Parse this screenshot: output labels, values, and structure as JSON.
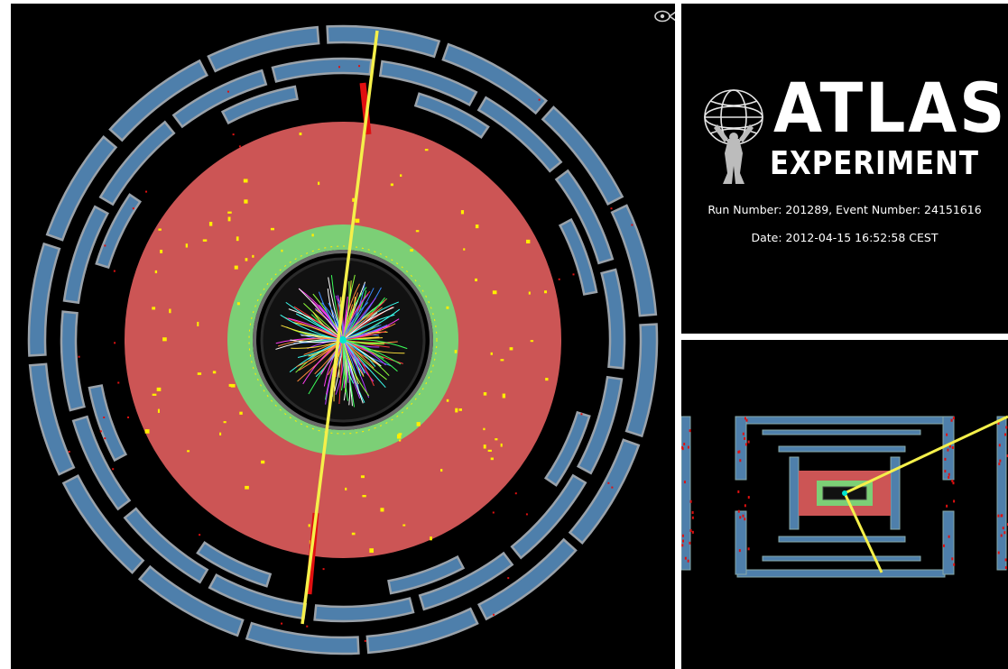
{
  "display": {
    "views": [
      "transverse-xy-view",
      "longitudinal-rz-view"
    ],
    "icons": {
      "view_control": "eye-fish-icon",
      "logo": "atlas-figure-globe-logo"
    },
    "colors": {
      "background": "#000000",
      "frame": "#ffffff",
      "muon_chambers": "#4e7fab",
      "muon_chamber_edges": "#9aa2aa",
      "hadronic_calorimeter": "#cc5555",
      "em_calorimeter": "#7ccf76",
      "inner_tracks": "multicolor",
      "muon_track": "#f5f04a",
      "muon_hits": "#e01010",
      "energy_deposits": "#ffee00",
      "vertex": "#00e5d0"
    }
  },
  "logo": {
    "title": "ATLAS",
    "subtitle": "EXPERIMENT"
  },
  "event": {
    "run_line": "Run Number: 201289, Event Number: 24151616",
    "date_line": "Date: 2012-04-15 16:52:58 CEST"
  }
}
